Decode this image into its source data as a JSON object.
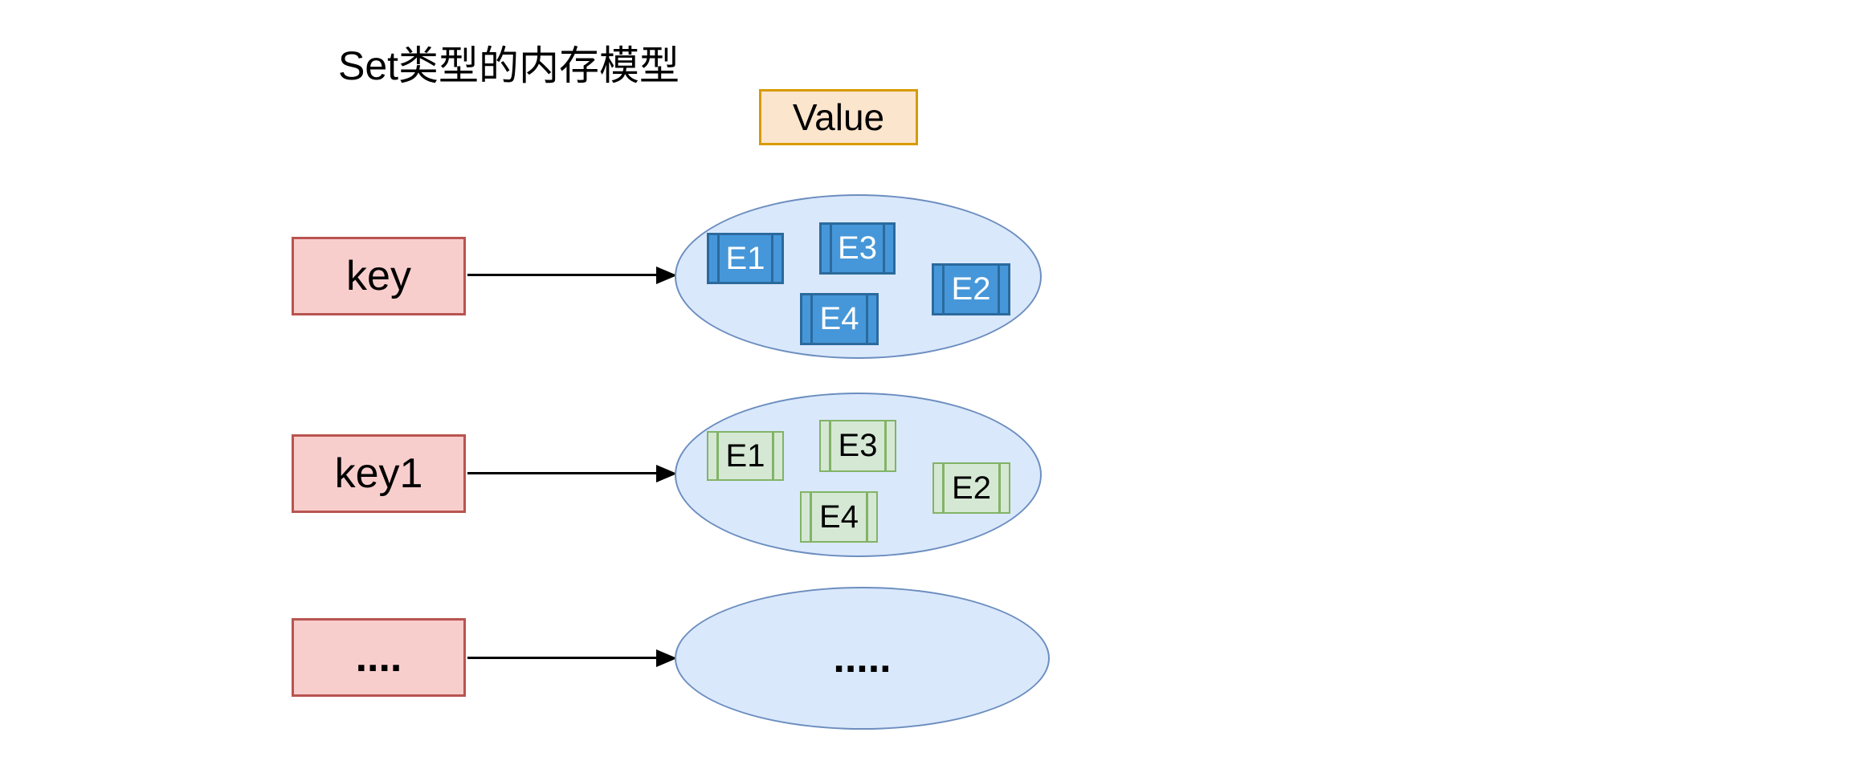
{
  "title": "Set类型的内存模型",
  "legend": {
    "value_label": "Value"
  },
  "rows": [
    {
      "key_label": "key",
      "set_style": "blue",
      "elements": [
        {
          "label": "E1"
        },
        {
          "label": "E3"
        },
        {
          "label": "E2"
        },
        {
          "label": "E4"
        }
      ]
    },
    {
      "key_label": "key1",
      "set_style": "green",
      "elements": [
        {
          "label": "E1"
        },
        {
          "label": "E3"
        },
        {
          "label": "E2"
        },
        {
          "label": "E4"
        }
      ]
    },
    {
      "key_label": "....",
      "set_style": "empty",
      "ellipsis_label": "....."
    }
  ],
  "colors": {
    "key_box_fill": "#f8cecc",
    "key_box_border": "#b85450",
    "value_box_fill": "#fce5cd",
    "value_box_border": "#d79b00",
    "set_ellipse_fill": "#dae8fc",
    "set_ellipse_border": "#6c8ebf",
    "element_blue_fill": "#4697d9",
    "element_blue_border": "#2b6a9d",
    "element_blue_text": "#ffffff",
    "element_green_fill": "#d5e8d4",
    "element_green_border": "#82b366",
    "element_green_text": "#000000",
    "arrow_color": "#000000"
  }
}
